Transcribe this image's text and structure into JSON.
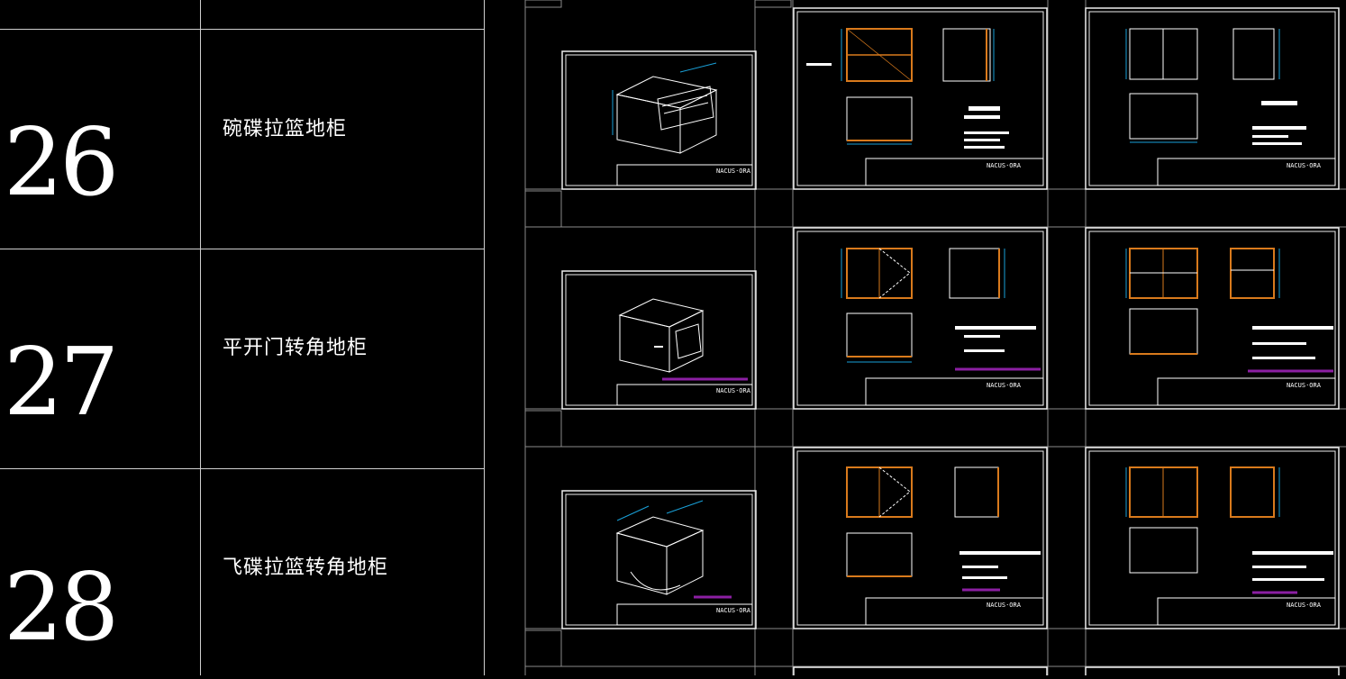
{
  "rows": [
    {
      "number": "26",
      "name": "碗碟拉篮地柜"
    },
    {
      "number": "27",
      "name": "平开门转角地柜"
    },
    {
      "number": "28",
      "name": "飞碟拉篮转角地柜"
    }
  ],
  "logo_text": "NACUS·ORA",
  "colors": {
    "background": "#000000",
    "grid_line": "#cfcfcf",
    "drawing_line": "#ffffff",
    "dimension": "#19a0d8",
    "panel": "#d97a1c",
    "highlight": "#8c1fa3"
  }
}
